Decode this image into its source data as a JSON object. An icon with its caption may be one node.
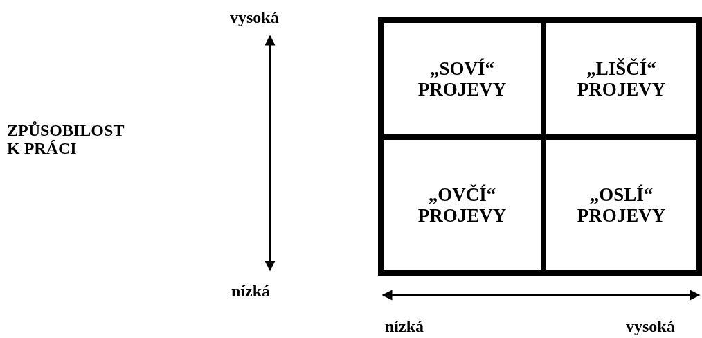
{
  "diagram": {
    "nodes": [
      {
        "text": [
          "„SOVÍ“ PROJEVY"
        ]
      },
      {
        "text": [
          "„LIŠČÍ“ PROJEVY"
        ]
      },
      {
        "text": [
          "„OVČÍ“ PROJEVY"
        ]
      },
      {
        "text": [
          "„OSLÍ“ PROJEVY"
        ]
      }
    ],
    "edges": [],
    "labels": [
      "vysoká",
      "ZPŮSOBILOST K PRÁCI",
      "nízká",
      "nízká",
      "vysoká"
    ]
  }
}
